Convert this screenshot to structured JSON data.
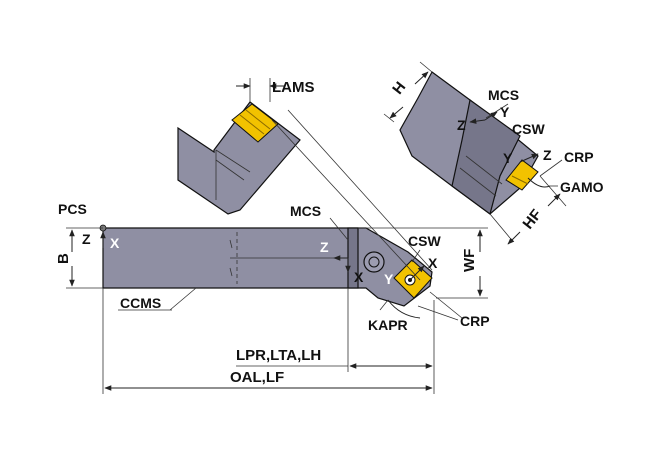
{
  "labels": {
    "lams": "LAMS",
    "h": "H",
    "mcs_top": "MCS",
    "y_top": "Y",
    "z_top": "Z",
    "csw_top": "CSW",
    "y_top2": "Y",
    "z_top2": "Z",
    "crp_top": "CRP",
    "gamo": "GAMO",
    "hf": "HF",
    "pcs": "PCS",
    "z_left": "Z",
    "x_left": "X",
    "b": "B",
    "mcs_mid": "MCS",
    "z_mid": "Z",
    "x_mid": "X",
    "csw_mid": "CSW",
    "x_csw": "X",
    "y_mid": "Y",
    "wf": "WF",
    "kapr": "KAPR",
    "crp_mid": "CRP",
    "ccms": "CCMS",
    "lpr": "LPR,LTA,LH",
    "oal": "OAL,LF"
  },
  "colors": {
    "holder_body": "#8f8fa3",
    "holder_dark": "#76768a",
    "insert": "#f2c200"
  }
}
